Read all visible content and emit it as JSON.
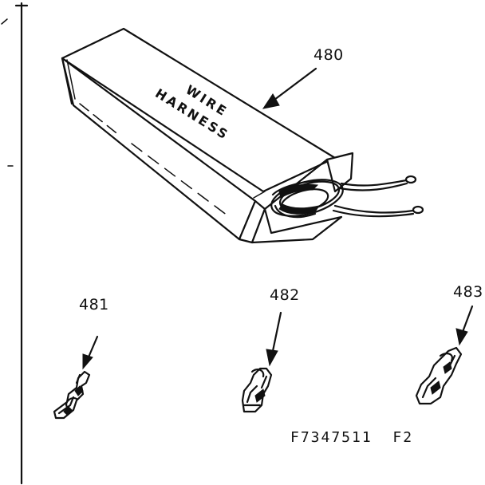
{
  "parts": [
    {
      "number": "480",
      "box_label_line1": "WIRE",
      "box_label_line2": "HARNESS"
    },
    {
      "number": "481"
    },
    {
      "number": "482"
    },
    {
      "number": "483"
    }
  ],
  "figure_code": "F7347511  F2"
}
